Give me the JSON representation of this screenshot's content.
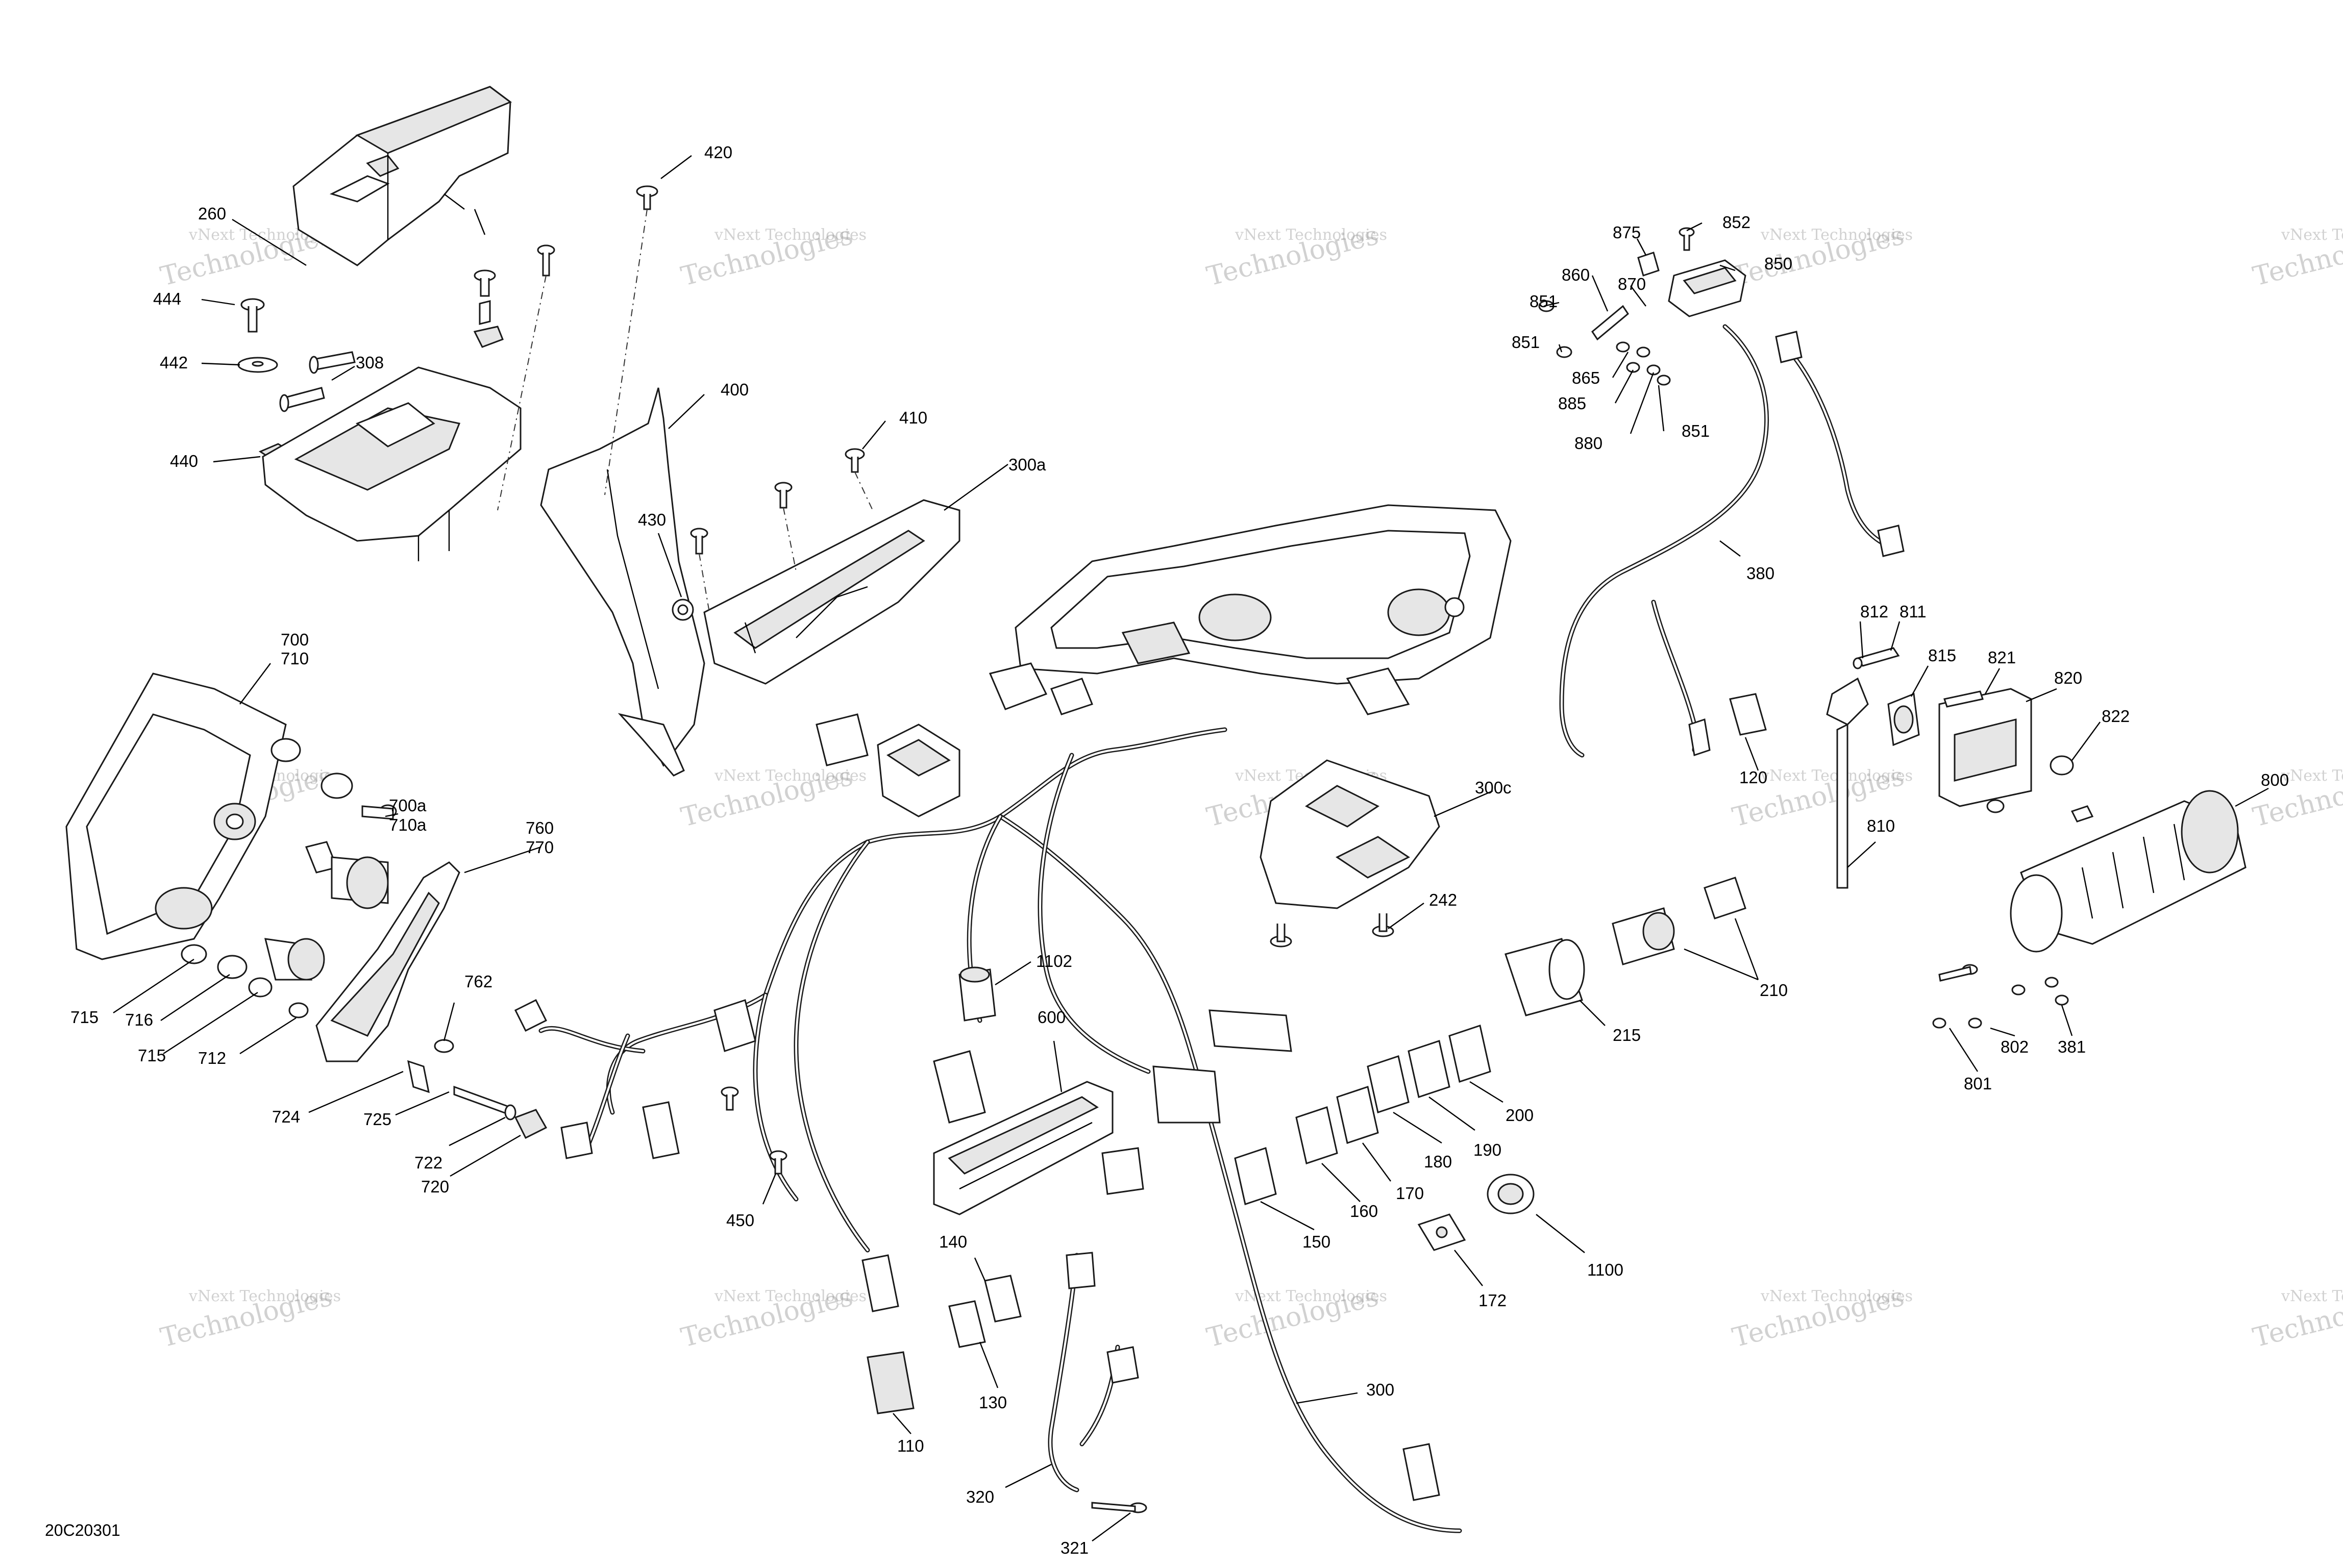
{
  "watermark": {
    "line1": "vNext Technologies",
    "line2": "Technologies"
  },
  "diagram_code": "20C20301",
  "callouts": {
    "p260": "260",
    "p444": "444",
    "p442": "442",
    "p308": "308",
    "p440": "440",
    "p420": "420",
    "p400": "400",
    "p410": "410",
    "p300a": "300a",
    "p430": "430",
    "p700": "700",
    "p710": "710",
    "p700a": "700a",
    "p710a": "710a",
    "p760": "760",
    "p770": "770",
    "p762": "762",
    "p715a": "715",
    "p716": "716",
    "p715b": "715",
    "p712": "712",
    "p724": "724",
    "p725": "725",
    "p722": "722",
    "p720": "720",
    "p1102": "1102",
    "p600": "600",
    "p450": "450",
    "p140": "140",
    "p130": "130",
    "p110": "110",
    "p320": "320",
    "p321": "321",
    "p300": "300",
    "p150": "150",
    "p160": "160",
    "p170": "170",
    "p180": "180",
    "p190": "190",
    "p200": "200",
    "p172": "172",
    "p1100": "1100",
    "p215": "215",
    "p210": "210",
    "p242": "242",
    "p300c": "300c",
    "p875": "875",
    "p852": "852",
    "p850": "850",
    "p860": "860",
    "p870": "870",
    "p851a": "851",
    "p851b": "851",
    "p865": "865",
    "p885": "885",
    "p880": "880",
    "p851c": "851",
    "p380": "380",
    "p120": "120",
    "p812": "812",
    "p811": "811",
    "p815": "815",
    "p821": "821",
    "p820": "820",
    "p822": "822",
    "p810": "810",
    "p800": "800",
    "p801": "801",
    "p802": "802",
    "p381": "381"
  }
}
